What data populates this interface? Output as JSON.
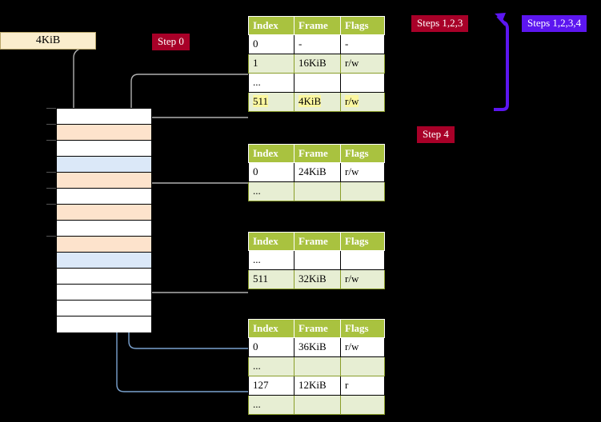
{
  "diagram": {
    "title_badges": [
      {
        "id": "steps-123",
        "label": "Steps 1,2,3",
        "color": "#a80028"
      },
      {
        "id": "steps-1234",
        "label": "Steps 1,2,3,4",
        "color": "#5c16f0"
      },
      {
        "id": "step-0",
        "label": "Step 0",
        "color": "#a80028"
      },
      {
        "id": "step-4",
        "label": "Step 4",
        "color": "#a80028"
      }
    ],
    "size_box": {
      "label": "4KiB"
    },
    "colors": {
      "table_header": "#a9c23f",
      "table_alt_row": "#e7eed3",
      "highlight": "#fbf7a0",
      "memory_orange": "#fde3cc",
      "memory_blue": "#dbe8f8",
      "wire_gray": "#b0b0b0",
      "wire_blue": "#7ba3d0",
      "badge_red": "#a80028",
      "badge_purple": "#5c16f0",
      "size_box_bg": "#faedcd"
    },
    "memory_column": {
      "rows": [
        {
          "fill": "white"
        },
        {
          "fill": "orange"
        },
        {
          "fill": "white"
        },
        {
          "fill": "blue"
        },
        {
          "fill": "orange"
        },
        {
          "fill": "white"
        },
        {
          "fill": "orange"
        },
        {
          "fill": "white"
        },
        {
          "fill": "orange"
        },
        {
          "fill": "blue"
        },
        {
          "fill": "white"
        },
        {
          "fill": "white"
        },
        {
          "fill": "white"
        },
        {
          "fill": "white"
        }
      ]
    },
    "tables": [
      {
        "id": "table-1",
        "columns": [
          "Index",
          "Frame",
          "Flags"
        ],
        "rows": [
          {
            "cells": [
              "0",
              "-",
              "-"
            ],
            "alt": false,
            "highlight": false
          },
          {
            "cells": [
              "1",
              "16KiB",
              "r/w"
            ],
            "alt": true,
            "highlight": false
          },
          {
            "cells": [
              "...",
              "",
              ""
            ],
            "alt": false,
            "highlight": false
          },
          {
            "cells": [
              "511",
              "4KiB",
              "r/w"
            ],
            "alt": true,
            "highlight": true
          }
        ]
      },
      {
        "id": "table-2",
        "columns": [
          "Index",
          "Frame",
          "Flags"
        ],
        "rows": [
          {
            "cells": [
              "0",
              "24KiB",
              "r/w"
            ],
            "alt": false,
            "highlight": false
          },
          {
            "cells": [
              "...",
              "",
              ""
            ],
            "alt": true,
            "highlight": false
          }
        ]
      },
      {
        "id": "table-3",
        "columns": [
          "Index",
          "Frame",
          "Flags"
        ],
        "rows": [
          {
            "cells": [
              "...",
              "",
              ""
            ],
            "alt": false,
            "highlight": false
          },
          {
            "cells": [
              "511",
              "32KiB",
              "r/w"
            ],
            "alt": true,
            "highlight": false
          }
        ]
      },
      {
        "id": "table-4",
        "columns": [
          "Index",
          "Frame",
          "Flags"
        ],
        "rows": [
          {
            "cells": [
              "0",
              "36KiB",
              "r/w"
            ],
            "alt": false,
            "highlight": false
          },
          {
            "cells": [
              "...",
              "",
              ""
            ],
            "alt": true,
            "highlight": false
          },
          {
            "cells": [
              "127",
              "12KiB",
              "r"
            ],
            "alt": false,
            "highlight": false
          },
          {
            "cells": [
              "...",
              "",
              ""
            ],
            "alt": true,
            "highlight": false
          }
        ]
      }
    ]
  }
}
